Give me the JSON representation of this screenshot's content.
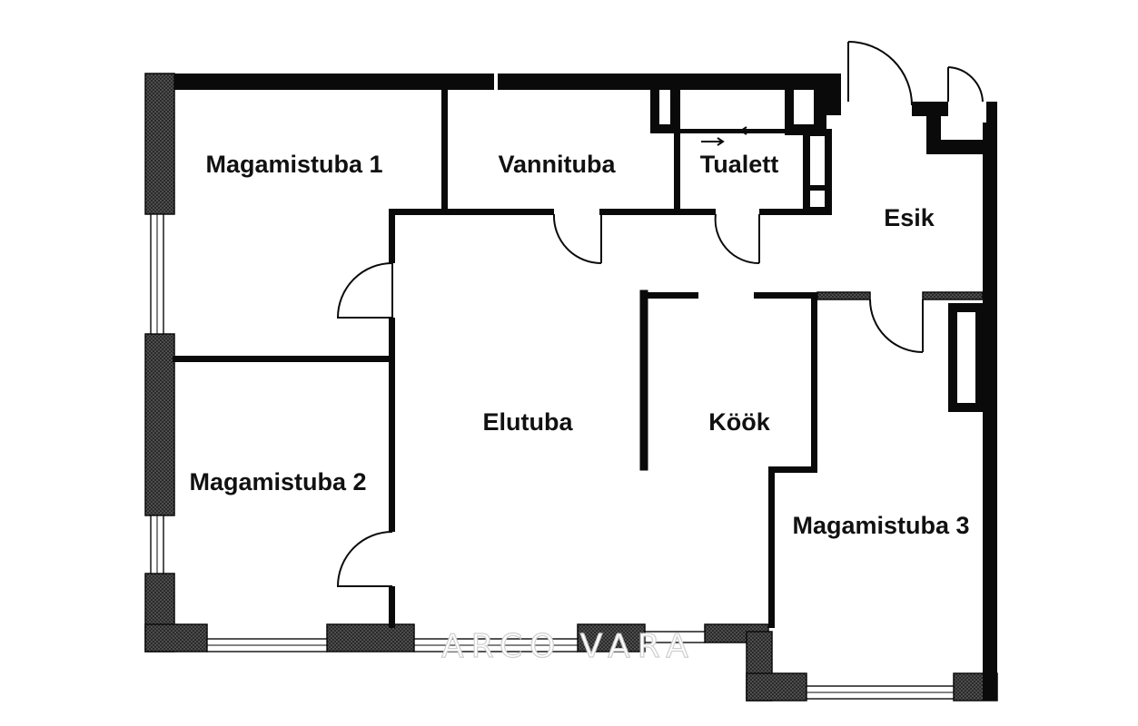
{
  "floorplan": {
    "rooms": {
      "bedroom1": "Magamistuba 1",
      "bathroom": "Vannituba",
      "toilet": "Tualett",
      "hall": "Esik",
      "living": "Elutuba",
      "kitchen": "Köök",
      "bedroom2": "Magamistuba 2",
      "bedroom3": "Magamistuba 3"
    },
    "watermark": "ARCO VARA"
  },
  "colors": {
    "wall": "#0a0a0a",
    "background": "#ffffff"
  }
}
